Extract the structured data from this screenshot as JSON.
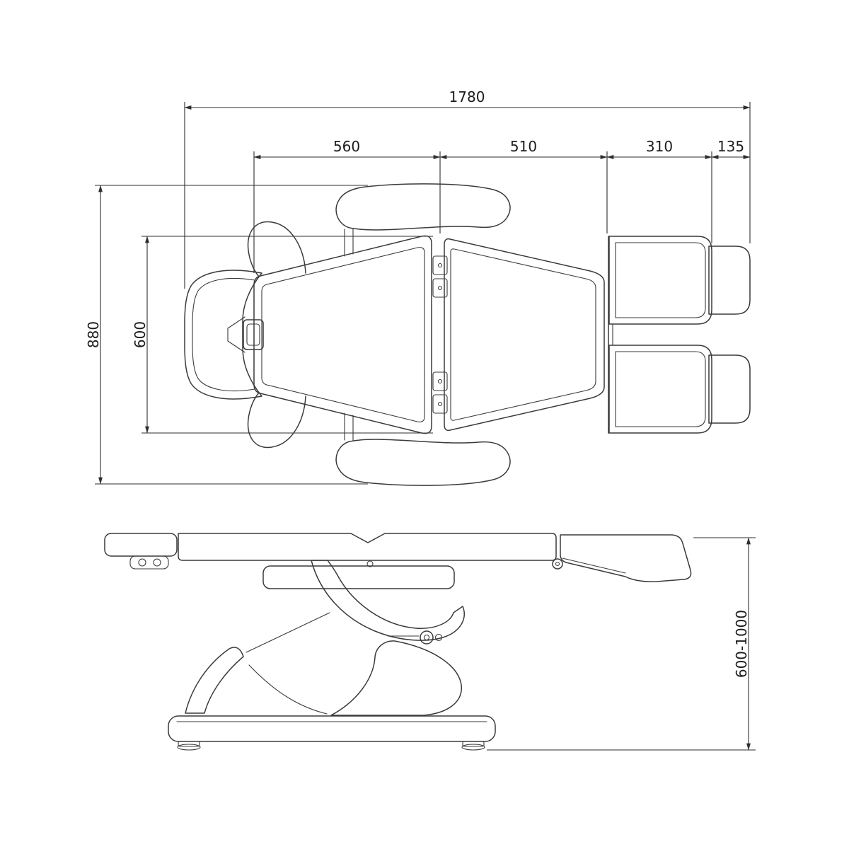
{
  "page": {
    "background": "#ffffff",
    "line_color": "#3a3a3a",
    "dim_color": "#2e2e2e"
  },
  "dimensions": {
    "overall_length": "1780",
    "backrest_length": "560",
    "seat_length": "510",
    "legrest_length": "310",
    "footrest_length": "135",
    "overall_width": "880",
    "cushion_width": "600",
    "height_range": "600-1000"
  }
}
